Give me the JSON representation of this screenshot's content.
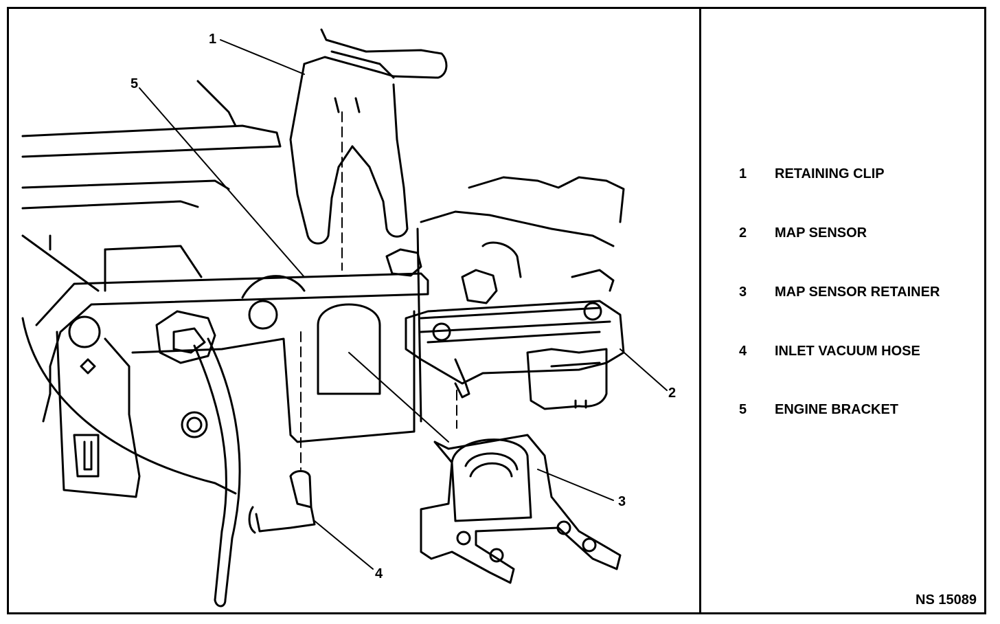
{
  "callouts": [
    {
      "number": "1",
      "label": "RETAINING CLIP"
    },
    {
      "number": "2",
      "label": "MAP SENSOR"
    },
    {
      "number": "3",
      "label": "MAP SENSOR RETAINER"
    },
    {
      "number": "4",
      "label": "INLET VACUUM HOSE"
    },
    {
      "number": "5",
      "label": "ENGINE BRACKET"
    }
  ],
  "figure_id": "NS 15089",
  "colors": {
    "ink": "#000000",
    "paper": "#ffffff"
  }
}
